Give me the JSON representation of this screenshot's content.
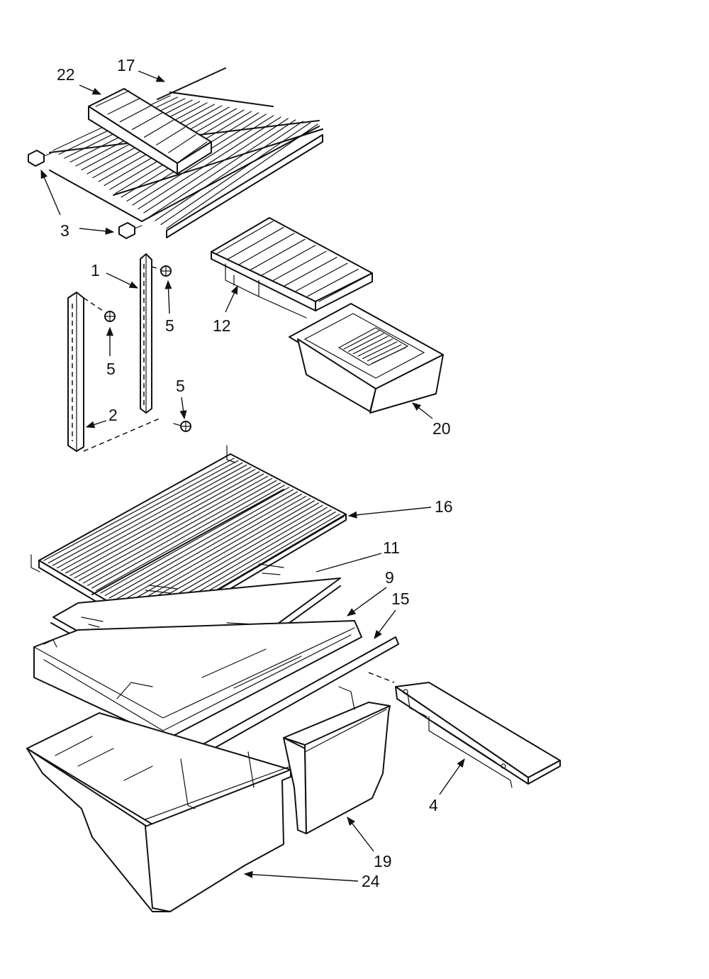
{
  "callouts": [
    {
      "id": "c22",
      "label": "22"
    },
    {
      "id": "c17",
      "label": "17"
    },
    {
      "id": "c3",
      "label": "3"
    },
    {
      "id": "c1",
      "label": "1"
    },
    {
      "id": "c5a",
      "label": "5"
    },
    {
      "id": "c5b",
      "label": "5"
    },
    {
      "id": "c5c",
      "label": "5"
    },
    {
      "id": "c2",
      "label": "2"
    },
    {
      "id": "c12",
      "label": "12"
    },
    {
      "id": "c20",
      "label": "20"
    },
    {
      "id": "c16",
      "label": "16"
    },
    {
      "id": "c11",
      "label": "11"
    },
    {
      "id": "c9",
      "label": "9"
    },
    {
      "id": "c15",
      "label": "15"
    },
    {
      "id": "c4",
      "label": "4"
    },
    {
      "id": "c19",
      "label": "19"
    },
    {
      "id": "c24",
      "label": "24"
    }
  ]
}
